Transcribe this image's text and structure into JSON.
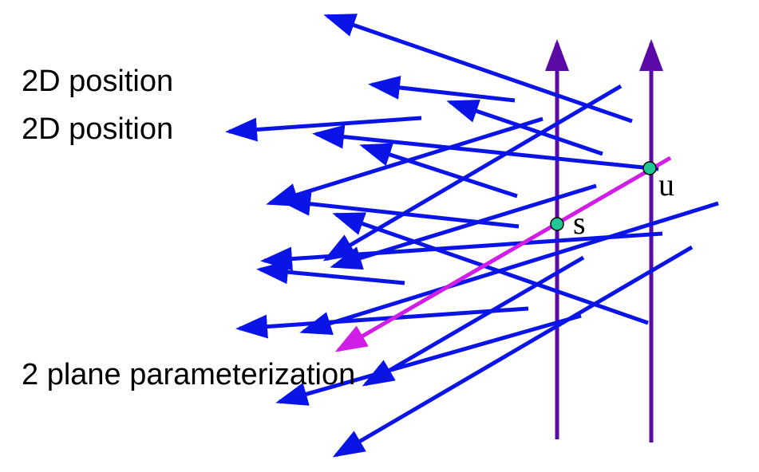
{
  "captions": {
    "first": "2D position",
    "second": "2D position",
    "third": "2 plane parameterization"
  },
  "points": {
    "s_label": "s",
    "u_label": "u"
  },
  "colors": {
    "rays": "#0a14e6",
    "plane_lines": "#5a0aa5",
    "highlight_ray": "#d01ee6",
    "points_fill": "#1ec896"
  }
}
